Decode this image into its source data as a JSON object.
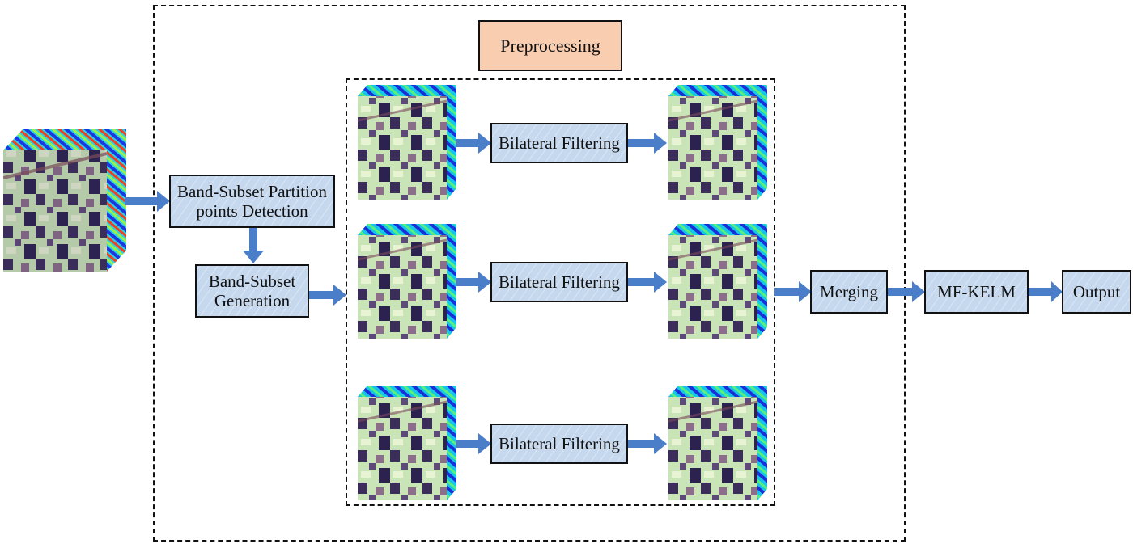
{
  "diagram": {
    "title": "Preprocessing",
    "nodes": {
      "input_cube": "hyperspectral-input-cube",
      "partition": "Band-Subset Partition points Detection",
      "partition_line1": "Band-Subset Partition",
      "partition_line2": "points Detection",
      "generation_line1": "Band-Subset",
      "generation_line2": "Generation",
      "filters": [
        {
          "label": "Bilateral Filtering"
        },
        {
          "label": "Bilateral Filtering"
        },
        {
          "label": "Bilateral Filtering"
        }
      ],
      "merging": "Merging",
      "classifier": "MF-KELM",
      "output": "Output"
    },
    "colors": {
      "process_fill": "#c6d8ee",
      "title_fill": "#f8cdb0",
      "arrow": "#4a7ec8",
      "border": "#111111"
    },
    "edges": [
      [
        "input_cube",
        "partition"
      ],
      [
        "partition",
        "generation"
      ],
      [
        "generation",
        "band_subsets"
      ],
      [
        "band_subset_1",
        "filter_1"
      ],
      [
        "filter_1",
        "filtered_subset_1"
      ],
      [
        "band_subset_2",
        "filter_2"
      ],
      [
        "filter_2",
        "filtered_subset_2"
      ],
      [
        "band_subset_3",
        "filter_3"
      ],
      [
        "filter_3",
        "filtered_subset_3"
      ],
      [
        "filtered_subsets",
        "merging"
      ],
      [
        "merging",
        "classifier"
      ],
      [
        "classifier",
        "output"
      ]
    ]
  }
}
